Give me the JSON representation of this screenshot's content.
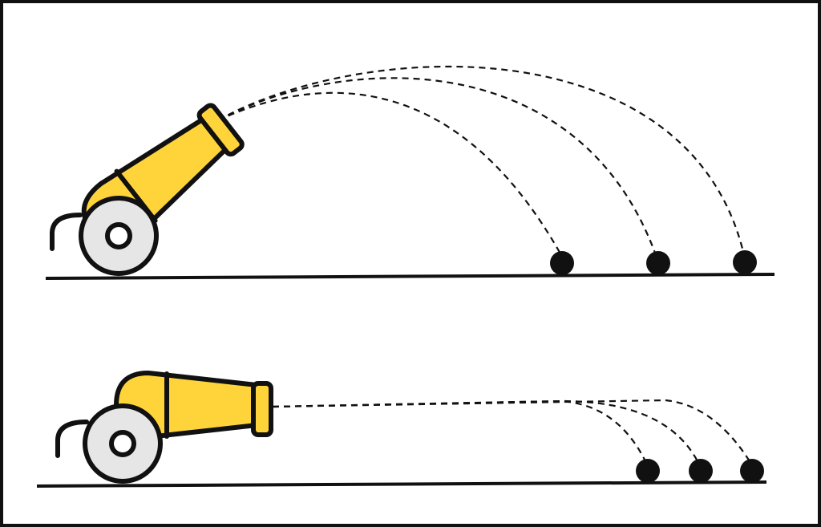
{
  "figure": {
    "description_panels": [
      "angled-launch",
      "horizontal-launch"
    ]
  },
  "colors": {
    "barrel": "#FFD43B",
    "wheel": "#E6E6E6",
    "outline": "#111111",
    "background": "#ffffff"
  },
  "panels": [
    {
      "id": "angled-launch",
      "cannon_angle": "raised",
      "trajectory_count": 3,
      "cannonball_count": 3
    },
    {
      "id": "horizontal-launch",
      "cannon_angle": "level",
      "trajectory_count": 3,
      "cannonball_count": 3
    }
  ]
}
